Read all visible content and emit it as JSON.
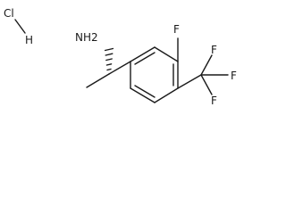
{
  "molecule": {
    "labels": {
      "hcl_cl": "Cl",
      "hcl_h": "H",
      "amine": "NH2",
      "fluoro": "F",
      "cf3_f_top": "F",
      "cf3_f_right": "F",
      "cf3_f_bottom": "F"
    }
  }
}
